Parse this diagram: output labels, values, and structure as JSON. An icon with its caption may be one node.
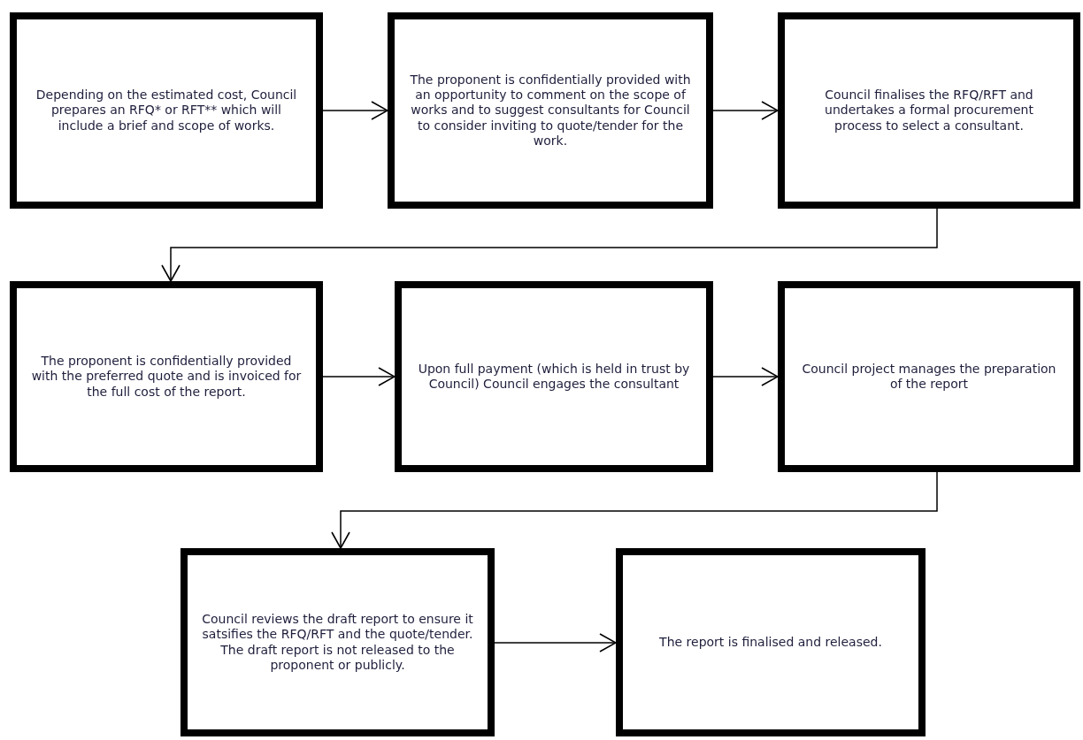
{
  "diagram": {
    "nodes": [
      {
        "text": [
          "Depending on the estimated cost, Council prepares an RFQ* or RFT** which will include a brief and scope of works."
        ]
      },
      {
        "text": [
          "The proponent is confidentially provided with an opportunity to comment on the scope of works and to suggest consultants for Council to consider inviting to quote/tender for the work."
        ]
      },
      {
        "text": [
          "Council finalises the RFQ/RFT and undertakes a formal procurement process to select a consultant."
        ]
      },
      {
        "text": [
          "The proponent is confidentially provided with the preferred quote and is invoiced for the full cost of the report."
        ]
      },
      {
        "text": [
          "Upon full payment (which is held in trust by Council) Council engages the consultant"
        ]
      },
      {
        "text": [
          "Council project manages the preparation of the report"
        ]
      },
      {
        "text": [
          "Council reviews the draft report to ensure it satsifies the RFQ/RFT and the quote/tender. The draft report is not released to the proponent or publicly."
        ]
      },
      {
        "text": [
          "The report is finalised and released."
        ]
      }
    ],
    "edges": [
      {
        "from": 0,
        "to": 1,
        "arrow": "to"
      },
      {
        "from": 1,
        "to": 2,
        "arrow": "to"
      },
      {
        "from": 2,
        "to": 3,
        "arrow": "to"
      },
      {
        "from": 3,
        "to": 4,
        "arrow": "to"
      },
      {
        "from": 4,
        "to": 5,
        "arrow": "to"
      },
      {
        "from": 5,
        "to": 6,
        "arrow": "to"
      },
      {
        "from": 6,
        "to": 7,
        "arrow": "to"
      }
    ]
  }
}
